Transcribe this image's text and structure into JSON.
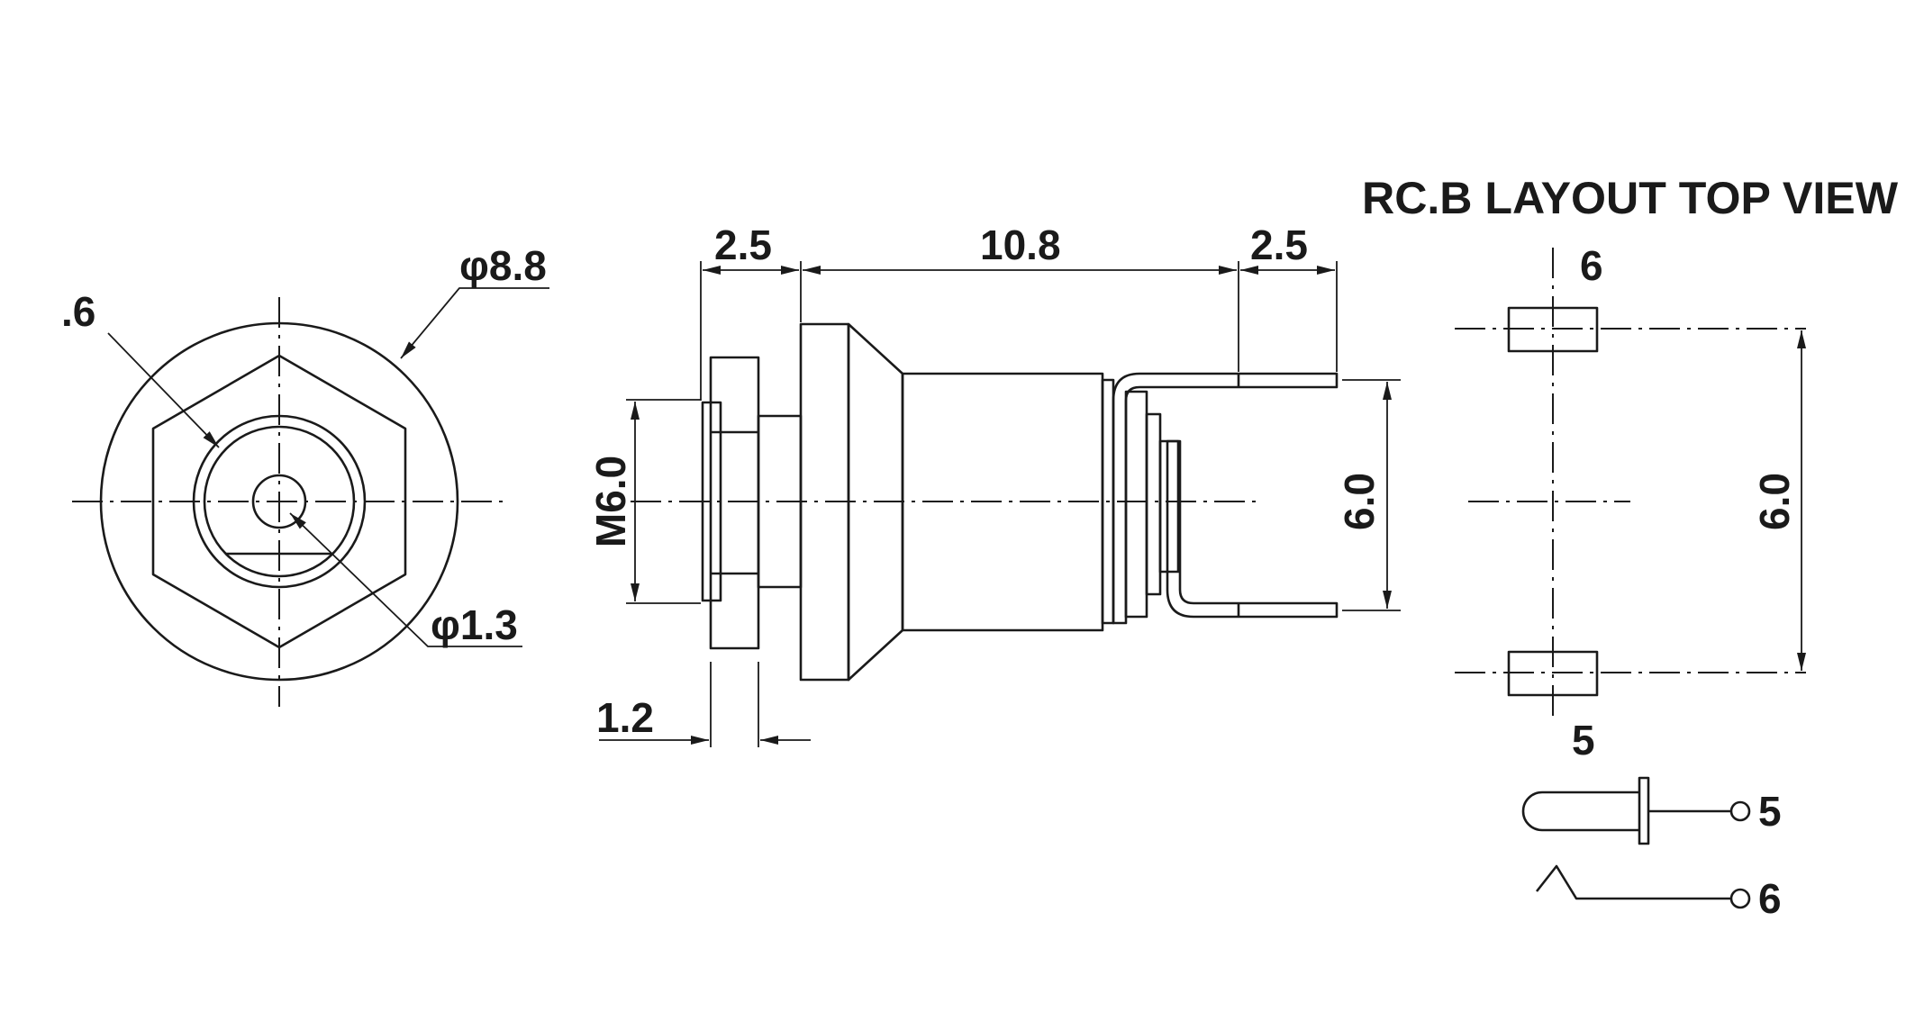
{
  "title": "RC.B LAYOUT TOP VIEW",
  "front_view": {
    "dim_outer": "φ8.8",
    "dim_inner": ".6",
    "dim_pin": "φ1.3"
  },
  "side_view": {
    "dim_left": "2.5",
    "dim_body": "10.8",
    "dim_right": "2.5",
    "dim_thread": "M6.0",
    "dim_terminal": "6.0",
    "dim_flange": "1.2"
  },
  "pcb_view": {
    "pad_top_label": "6",
    "pad_bottom_label": "5",
    "dim_spacing": "6.0"
  },
  "schematic": {
    "pin_plug_label": "5",
    "pin_switch_label": "6"
  }
}
